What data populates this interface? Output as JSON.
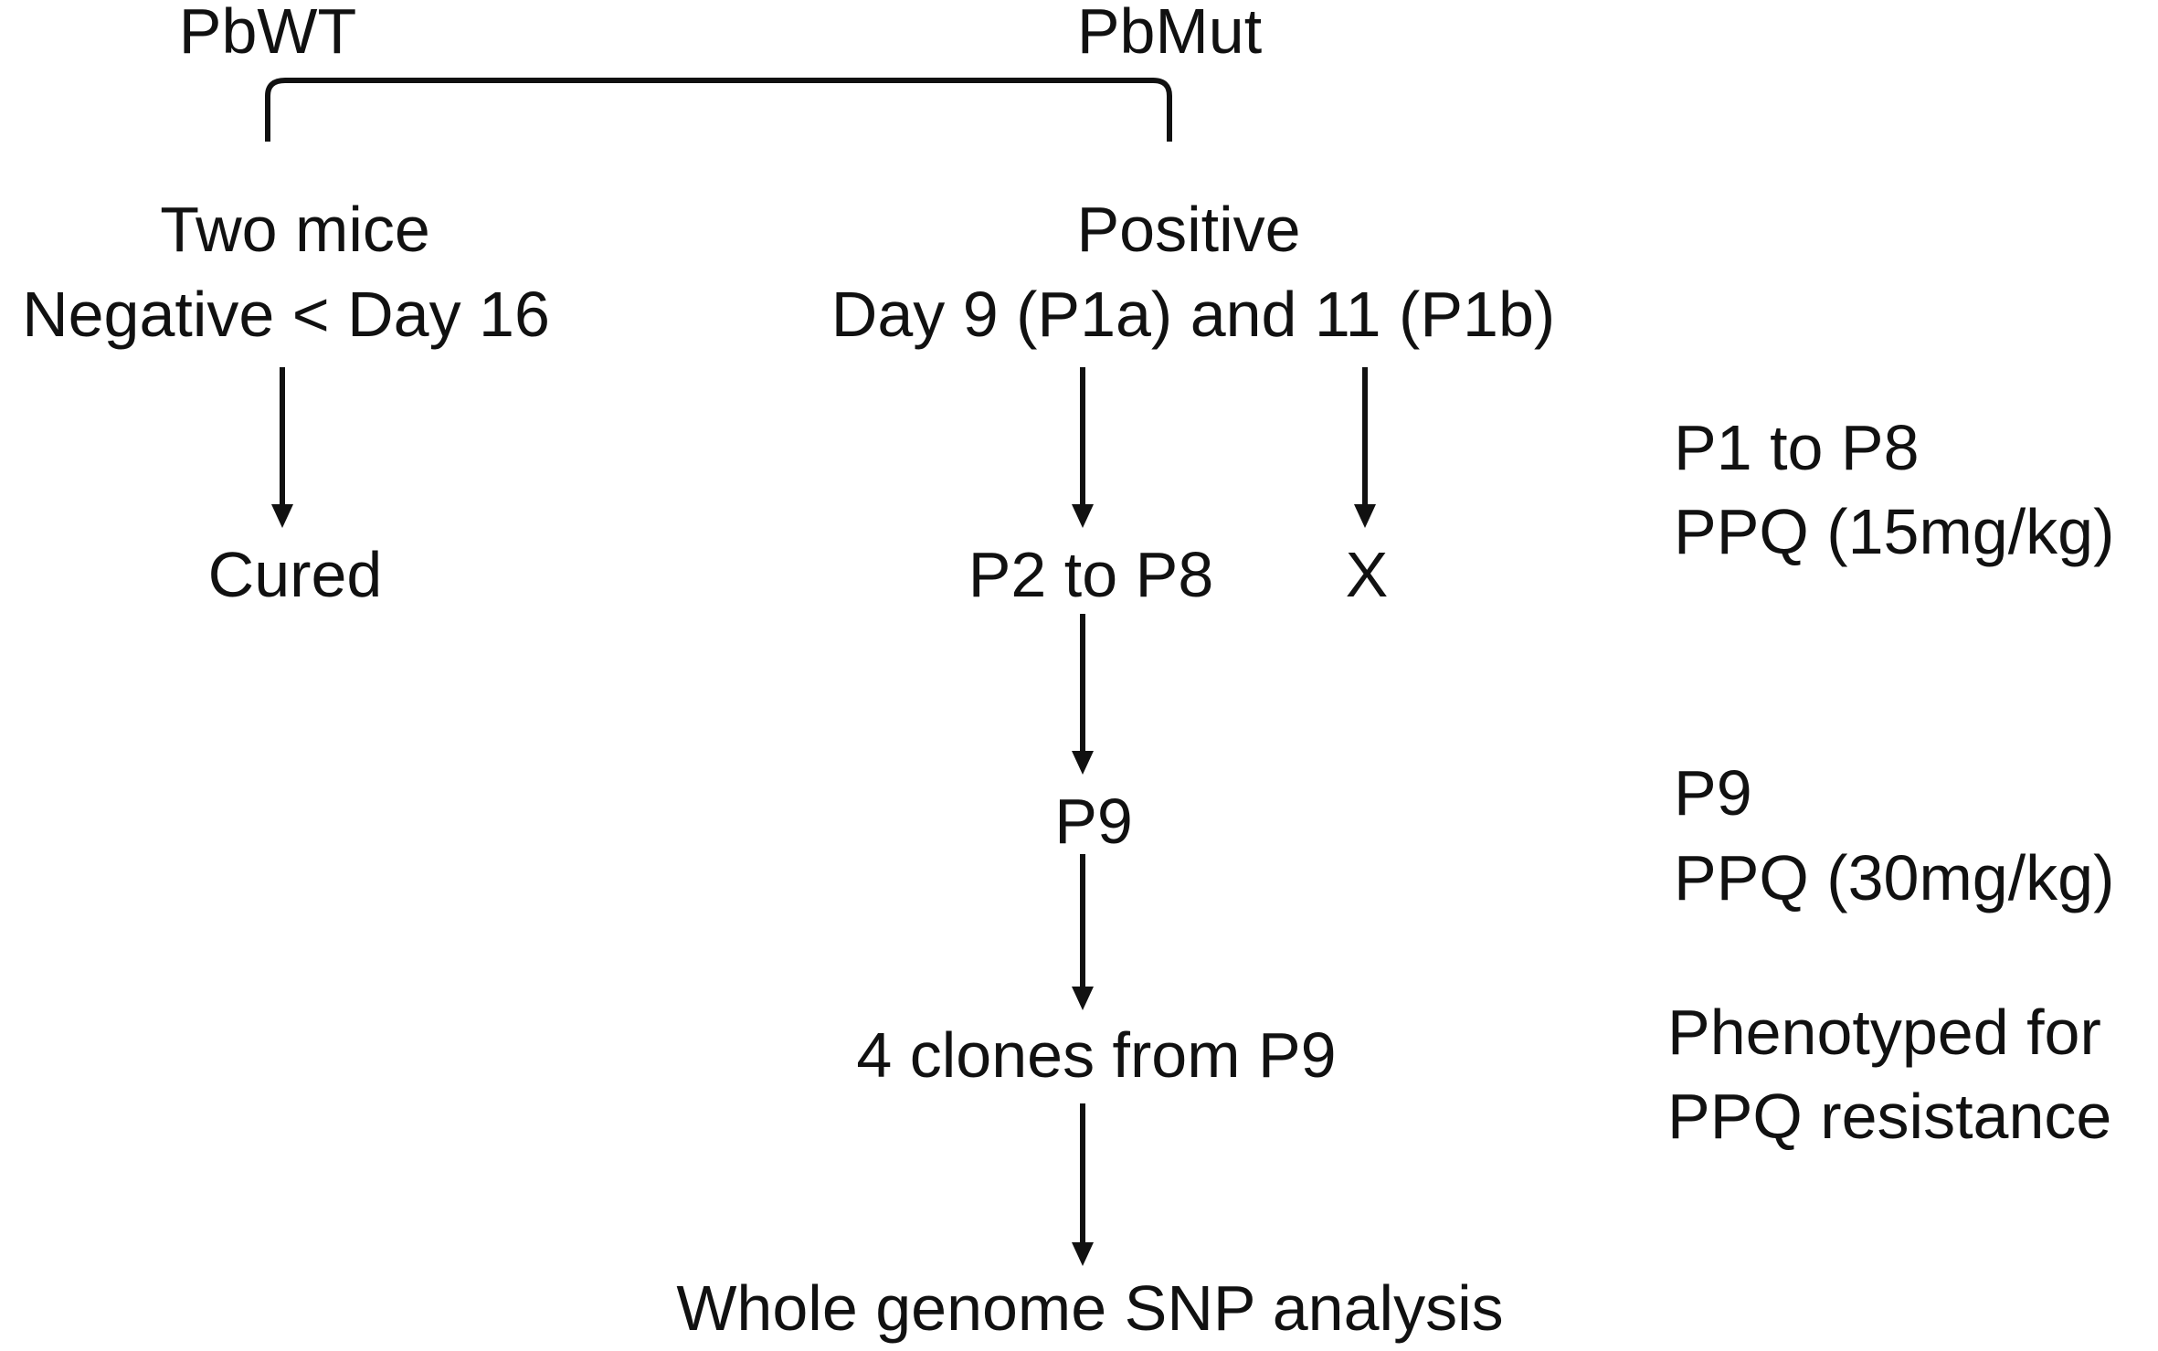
{
  "strains": {
    "wild_type": "PbWT",
    "mutant": "PbMut"
  },
  "nodes": {
    "two_mice": "Two mice",
    "negative_day16": "Negative < Day 16",
    "positive": "Positive",
    "positive_days": "Day 9 (P1a) and 11 (P1b)",
    "cured": "Cured",
    "p2_to_p8": "P2 to P8",
    "x_mark": "X",
    "p9": "P9",
    "clones": "4 clones from P9",
    "snp_analysis": "Whole genome SNP analysis"
  },
  "side_notes": {
    "p1_p8_range": "P1 to P8",
    "p1_p8_dose": "PPQ (15mg/kg)",
    "p9_label": "P9",
    "p9_dose": "PPQ (30mg/kg)",
    "phenotyped_line1": "Phenotyped for",
    "phenotyped_line2": "PPQ resistance"
  },
  "colors": {
    "ink": "#111111",
    "background": "#ffffff"
  }
}
